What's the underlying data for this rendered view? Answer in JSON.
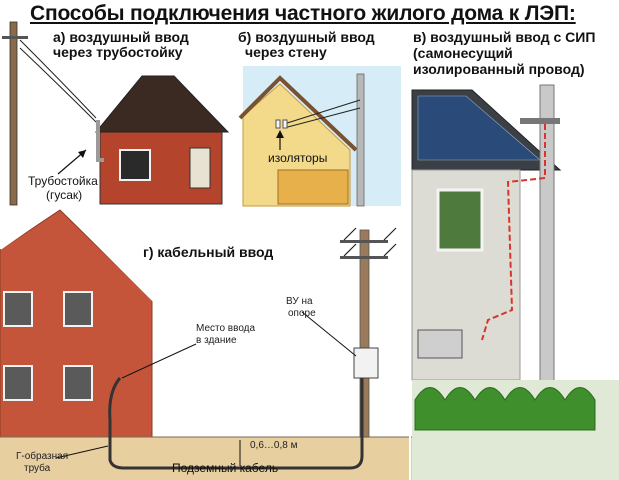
{
  "title": "Способы подключения частного жилого дома к ЛЭП:",
  "panels": {
    "a": {
      "caption_line1": "а) воздушный ввод",
      "caption_line2": "через трубостойку",
      "label_line1": "Трубостойка",
      "label_line2": "(гусак)"
    },
    "b": {
      "caption_line1": "б) воздушный ввод",
      "caption_line2": "через стену",
      "label": "изоляторы"
    },
    "c": {
      "caption_line1": "в) воздушный ввод с СИП",
      "caption_line2": "(самонесущий",
      "caption_line3": "изолированный провод)"
    },
    "d": {
      "caption": "г) кабельный ввод",
      "entry_line1": "Место ввода",
      "entry_line2": "в здание",
      "vu_line1": "ВУ на",
      "vu_line2": "опоре",
      "depth": "0,6…0,8 м",
      "pipe_line1": "Г-образная",
      "pipe_line2": "труба",
      "cable": "Подземный  кабель"
    }
  },
  "colors": {
    "brick": "#b5442c",
    "roof": "#3a2a22",
    "sky": "#d6ecf6",
    "ground": "#e8cfa0",
    "cable_red": "#d9342b"
  }
}
